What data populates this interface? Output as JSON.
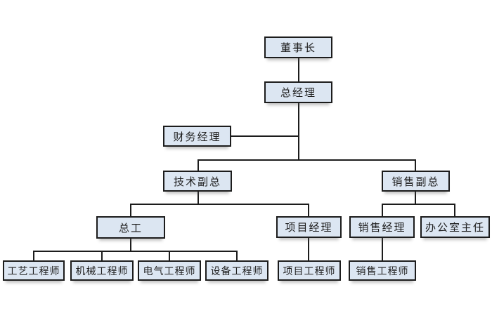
{
  "org_chart": {
    "type": "org-tree",
    "nodes": {
      "chairman": {
        "label": "董事长"
      },
      "general_manager": {
        "label": "总经理"
      },
      "finance_manager": {
        "label": "财务经理"
      },
      "tech_vp": {
        "label": "技术副总"
      },
      "sales_vp": {
        "label": "销售副总"
      },
      "chief_engineer": {
        "label": "总工"
      },
      "project_manager": {
        "label": "项目经理"
      },
      "sales_manager": {
        "label": "销售经理"
      },
      "office_director": {
        "label": "办公室主任"
      },
      "process_engineer": {
        "label": "工艺工程师"
      },
      "mechanical_engineer": {
        "label": "机械工程师"
      },
      "electrical_engineer": {
        "label": "电气工程师"
      },
      "equipment_engineer": {
        "label": "设备工程师"
      },
      "project_engineer": {
        "label": "项目工程师"
      },
      "sales_engineer": {
        "label": "销售工程师"
      }
    },
    "edges": [
      [
        "chairman",
        "general_manager"
      ],
      [
        "general_manager",
        "finance_manager"
      ],
      [
        "general_manager",
        "tech_vp"
      ],
      [
        "general_manager",
        "sales_vp"
      ],
      [
        "tech_vp",
        "chief_engineer"
      ],
      [
        "tech_vp",
        "project_manager"
      ],
      [
        "sales_vp",
        "sales_manager"
      ],
      [
        "sales_vp",
        "office_director"
      ],
      [
        "chief_engineer",
        "process_engineer"
      ],
      [
        "chief_engineer",
        "mechanical_engineer"
      ],
      [
        "chief_engineer",
        "electrical_engineer"
      ],
      [
        "chief_engineer",
        "equipment_engineer"
      ],
      [
        "project_manager",
        "project_engineer"
      ],
      [
        "sales_manager",
        "sales_engineer"
      ]
    ],
    "colors": {
      "node_fill": "#dce6f2",
      "node_border": "#1c1c1c",
      "connector": "#1c1c1c",
      "text": "#1f1f1f",
      "background": "#ffffff"
    }
  }
}
